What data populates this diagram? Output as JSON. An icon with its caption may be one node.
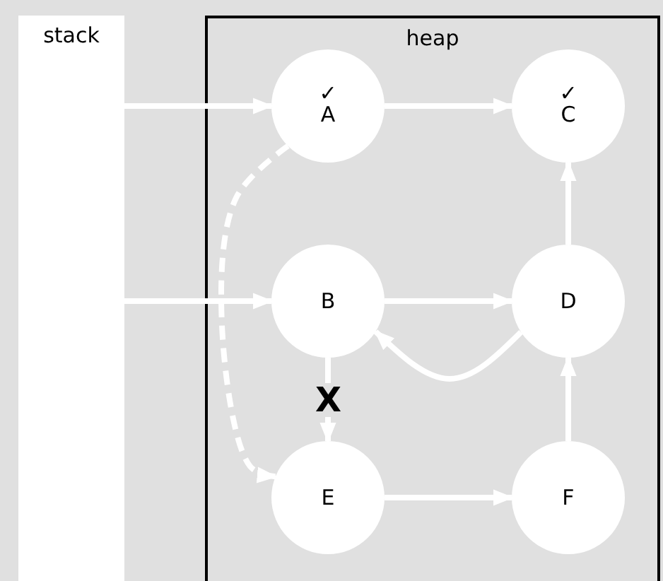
{
  "diagram": {
    "nodes": [
      {
        "text": [
          "stack"
        ]
      },
      {
        "text": [
          "heap"
        ]
      },
      {
        "text": [
          "✓",
          "A"
        ],
        "in": 1
      },
      {
        "text": [
          "✓",
          "C"
        ],
        "in": 1
      },
      {
        "text": [
          "B"
        ],
        "in": 1
      },
      {
        "text": [
          "D"
        ],
        "in": 1
      },
      {
        "text": [
          "E"
        ],
        "in": 1
      },
      {
        "text": [
          "F"
        ],
        "in": 1
      }
    ],
    "edges": [
      {
        "from": 0,
        "to": 2,
        "arrow": "to"
      },
      {
        "from": 2,
        "to": 3,
        "arrow": "to"
      },
      {
        "from": 0,
        "to": 4,
        "arrow": "to"
      },
      {
        "from": 4,
        "to": 5,
        "arrow": "to"
      },
      {
        "from": 5,
        "to": 3,
        "arrow": "to"
      },
      {
        "from": 5,
        "to": 4,
        "arrow": "to"
      },
      {
        "from": 4,
        "to": 6,
        "arrow": "to",
        "label": "X"
      },
      {
        "from": 2,
        "to": 6,
        "arrow": "to",
        "style": "dashed"
      },
      {
        "from": 6,
        "to": 7,
        "arrow": "to"
      },
      {
        "from": 7,
        "to": 5,
        "arrow": "to"
      }
    ]
  }
}
